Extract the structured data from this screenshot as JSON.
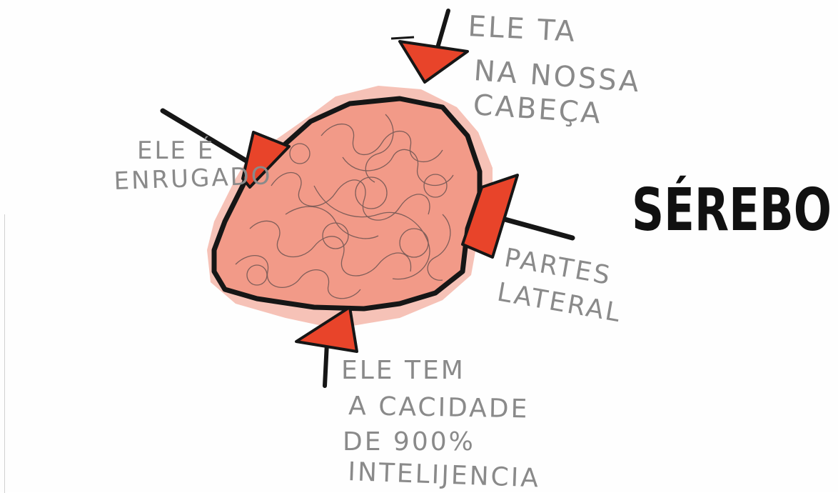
{
  "title": "SÉREBO",
  "labels": {
    "top": [
      "ELE TA",
      "NA NOSSA",
      "CABEÇA"
    ],
    "left": [
      "ELE É",
      "ENRUGADO"
    ],
    "right": [
      "PARTES",
      "LATERAL"
    ],
    "bottom": [
      "ELE TEM",
      "A CACIDADE",
      "DE 900%",
      "INTELIJENCIA"
    ]
  },
  "colors": {
    "brain_fill": "#f29a88",
    "brain_outline": "#161616",
    "arrow_red": "#e8442a",
    "pencil": "#8a8a8a",
    "ink": "#111111"
  },
  "icons": [
    "brain-drawing",
    "arrow-top",
    "arrow-left",
    "arrow-right",
    "arrow-bottom"
  ]
}
